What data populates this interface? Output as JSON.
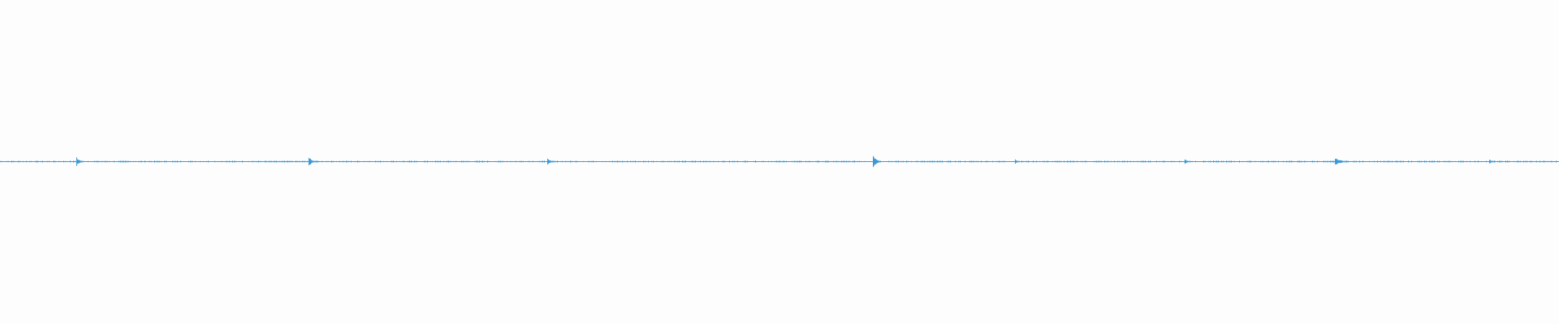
{
  "waveform": {
    "color": "#3a9ad9",
    "background": "#fdfdfd",
    "peak_scale": 1.0,
    "transients": [
      {
        "at": 0.049,
        "amp": 0.55,
        "len": 0.004
      },
      {
        "at": 0.198,
        "amp": 0.55,
        "len": 0.005
      },
      {
        "at": 0.351,
        "amp": 0.45,
        "len": 0.004
      },
      {
        "at": 0.56,
        "amp": 0.7,
        "len": 0.005
      },
      {
        "at": 0.651,
        "amp": 0.25,
        "len": 0.003
      },
      {
        "at": 0.76,
        "amp": 0.25,
        "len": 0.004
      },
      {
        "at": 0.856,
        "amp": 0.45,
        "len": 0.009
      },
      {
        "at": 0.955,
        "amp": 0.25,
        "len": 0.004
      }
    ]
  }
}
